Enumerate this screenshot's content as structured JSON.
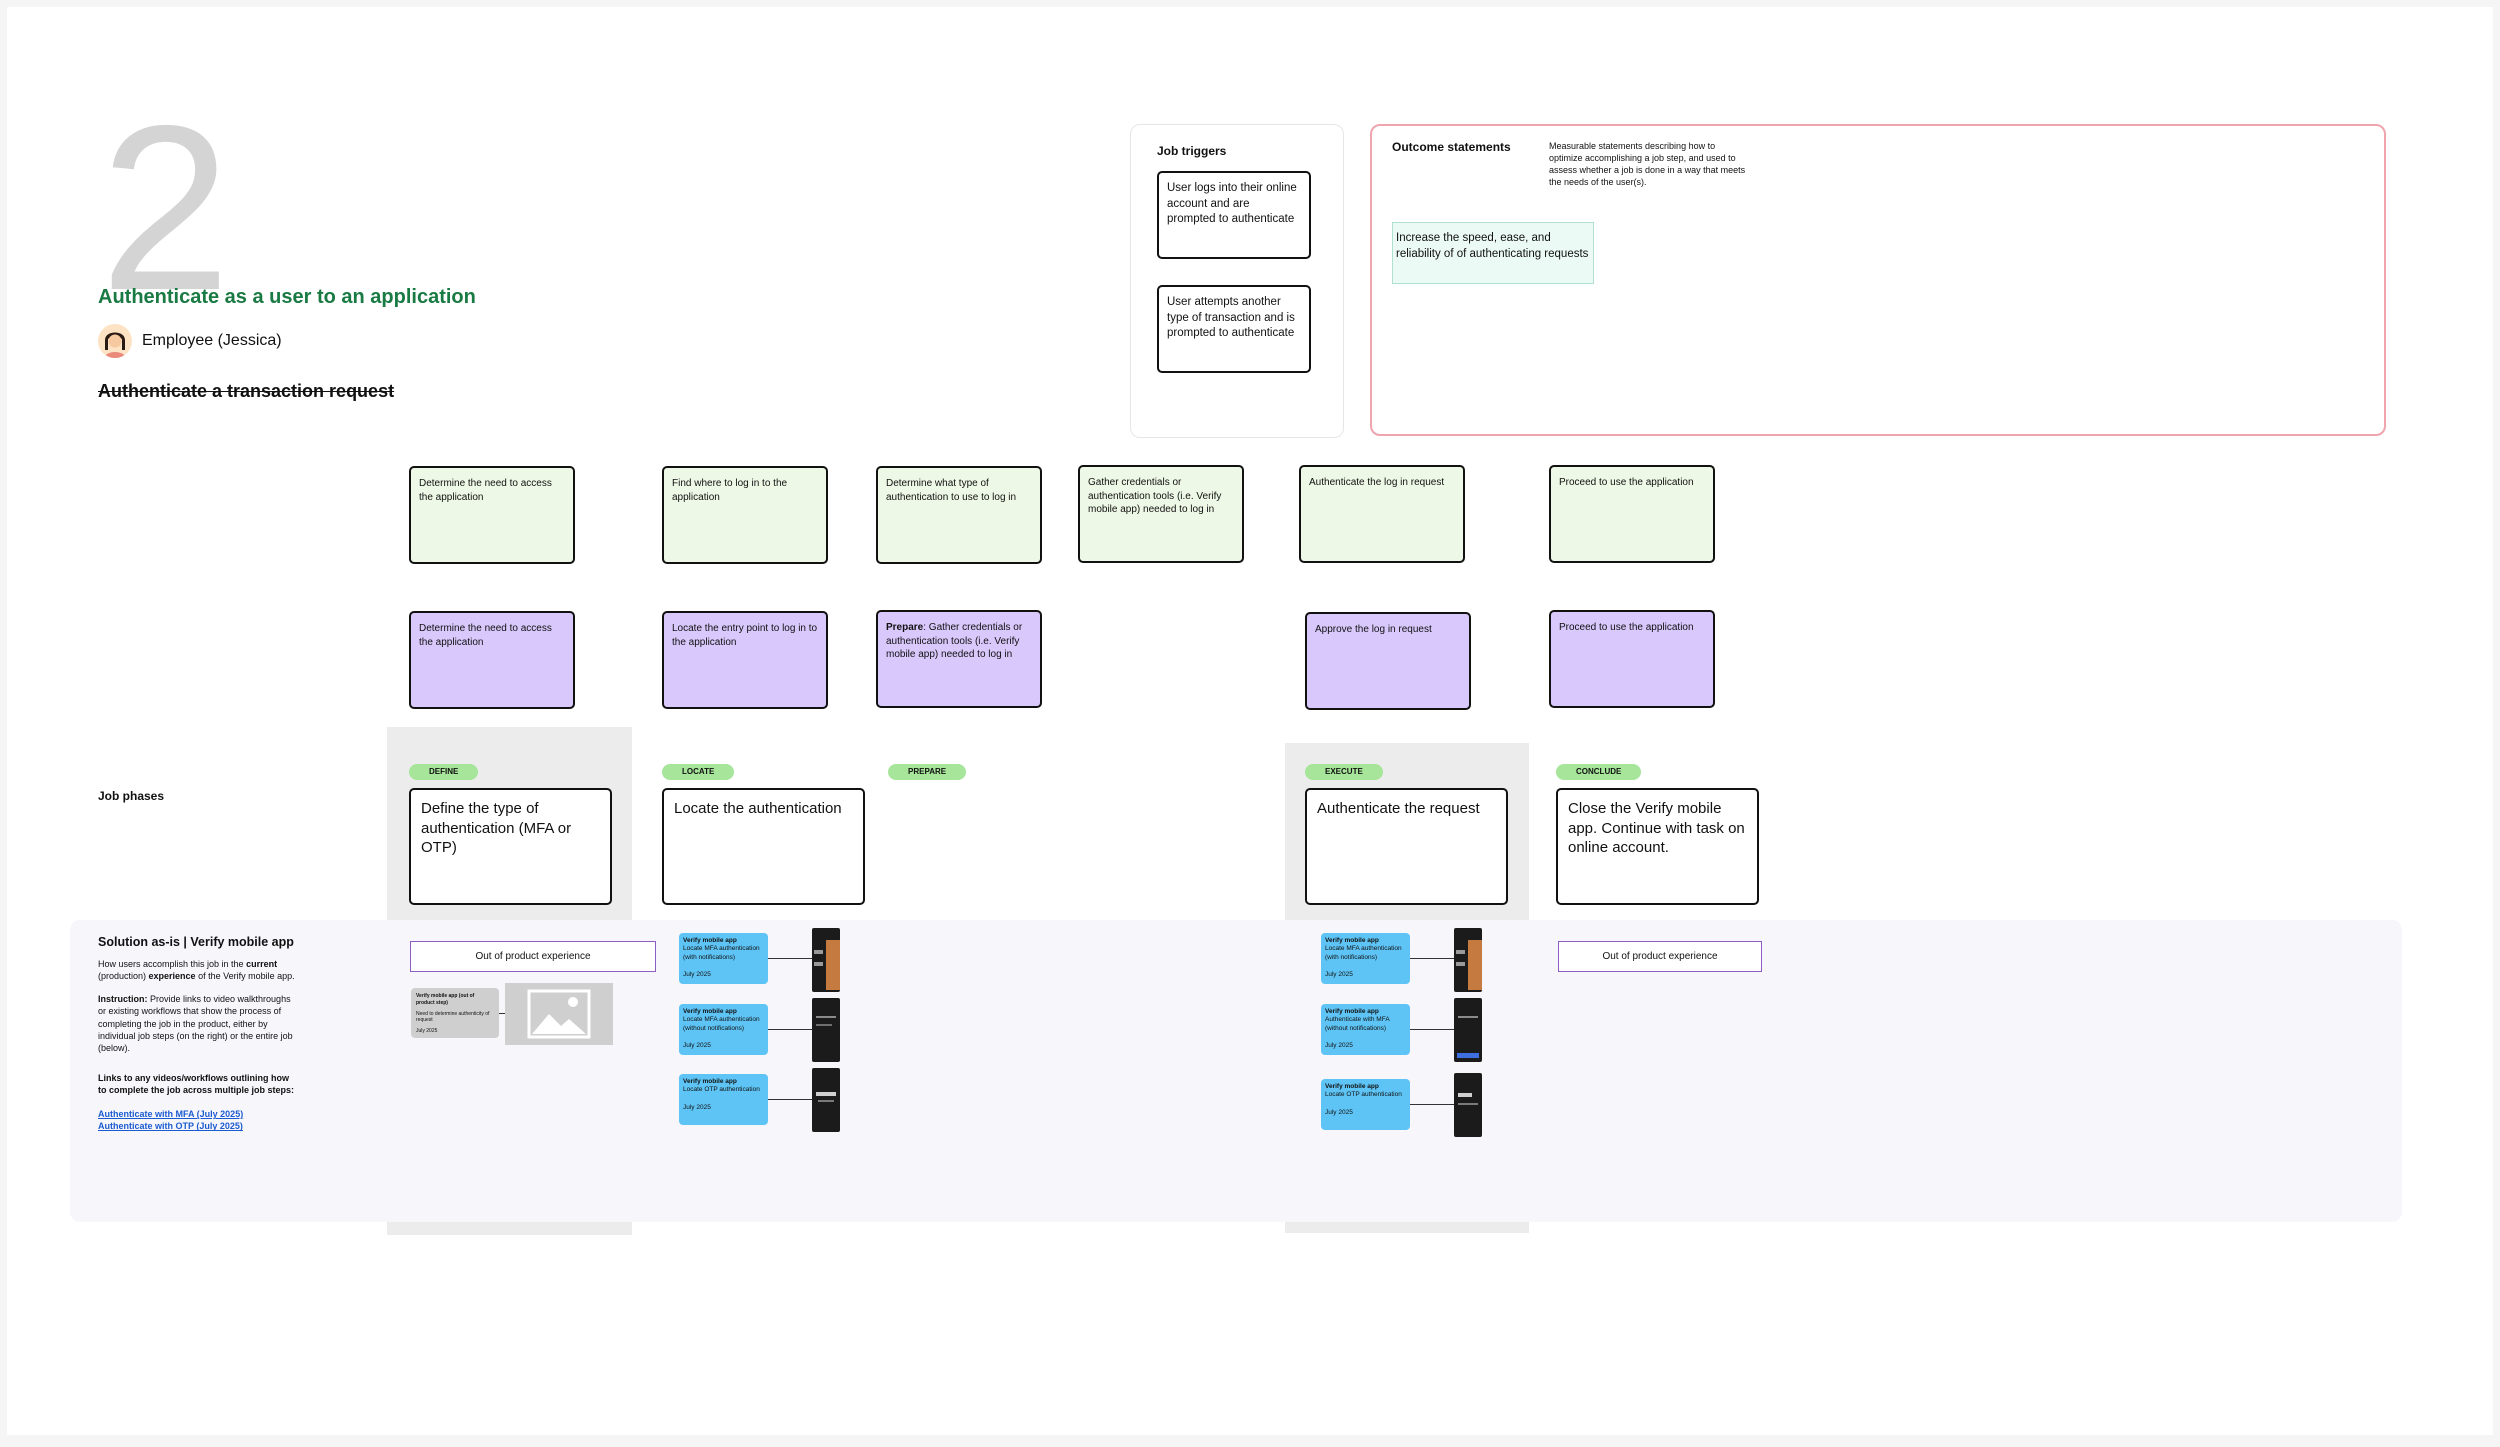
{
  "header": {
    "step_number": "2",
    "job_title": "Authenticate as a user to an application",
    "persona": "Employee (Jessica)",
    "struck_title": "Authenticate a transaction request"
  },
  "triggers": {
    "title": "Job triggers",
    "items": [
      "User logs into their online account and are prompted to authenticate",
      "User attempts another type of transaction and is prompted to authenticate"
    ]
  },
  "outcomes": {
    "title": "Outcome statements",
    "description": "Measurable statements describing how to optimize accomplishing a job step, and used to assess whether a job is done in a way that meets the needs of the user(s).",
    "items": [
      "Increase the speed, ease, and reliability of of authenticating requests"
    ]
  },
  "job_steps_row1": [
    "Determine the need to access the application",
    "Find where to log in to the application",
    "Determine what type of authentication to use to log in",
    "Gather credentials or authentication tools (i.e. Verify mobile app) needed to log in",
    "Authenticate the log in request",
    "Proceed to use the application"
  ],
  "job_steps_row2": [
    {
      "bold": "",
      "text": "Determine the need to access the application"
    },
    {
      "bold": "",
      "text": "Locate the entry point to log in to the application"
    },
    {
      "bold": "Prepare",
      "text": ": Gather credentials or authentication tools (i.e. Verify mobile app) needed to log in"
    },
    {
      "bold": "",
      "text": "Approve the log in request"
    },
    {
      "bold": "",
      "text": "Proceed to use the application"
    }
  ],
  "phases": {
    "label": "Job phases",
    "tags": [
      "DEFINE",
      "LOCATE",
      "PREPARE",
      "EXECUTE",
      "CONCLUDE"
    ],
    "cards": [
      "Define the type of authentication (MFA or OTP)",
      "Locate the authentication",
      "Authenticate the request",
      "Close the Verify mobile app. Continue with task on online account."
    ]
  },
  "solution": {
    "title": "Solution as-is | Verify mobile app",
    "desc_pre": "How users accomplish this job in the ",
    "desc_bold1": "current",
    "desc_mid": " (production) ",
    "desc_bold2": "experience",
    "desc_post": " of the Verify mobile app.",
    "instruction_bold": "Instruction:",
    "instruction_text": " Provide links to video walkthroughs or existing workflows that show the process of completing the job in the product, either by individual job steps (on the right) or the entire job (below).",
    "links_heading": "Links to any videos/workflows outlining how to complete the job across multiple job steps:",
    "links": [
      "Authenticate with MFA (July 2025)",
      "Authenticate with OTP (July 2025)"
    ],
    "out_of_product": "Out of product experience",
    "grey_card": {
      "title": "Verify mobile app (out of product step)",
      "text": "Need to determine authenticity of request",
      "date": "July 2025"
    },
    "blue_cards_locate": [
      {
        "title": "Verify mobile app",
        "text": "Locate MFA authentication (with notifications)",
        "date": "July 2025"
      },
      {
        "title": "Verify mobile app",
        "text": "Locate MFA authentication (without notifications)",
        "date": "July 2025"
      },
      {
        "title": "Verify mobile app",
        "text": "Locate OTP authentication",
        "date": "July 2025"
      }
    ],
    "blue_cards_execute": [
      {
        "title": "Verify mobile app",
        "text": "Locate MFA authentication (with notifications)",
        "date": "July 2025"
      },
      {
        "title": "Verify mobile app",
        "text": "Authenticate with MFA (without notifications)",
        "date": "July 2025"
      },
      {
        "title": "Verify mobile app",
        "text": "Locate OTP authentication",
        "date": "July 2025"
      }
    ]
  },
  "icons": [
    "avatar-icon",
    "image-placeholder-icon"
  ],
  "colors": {
    "title_green": "#1a7a43",
    "step_green": "#eef8e6",
    "step_purple": "#d9c8fc",
    "phase_tag": "#a6e59a",
    "blue_card": "#5ec4f5",
    "outcome_border": "#f0a4ad"
  }
}
